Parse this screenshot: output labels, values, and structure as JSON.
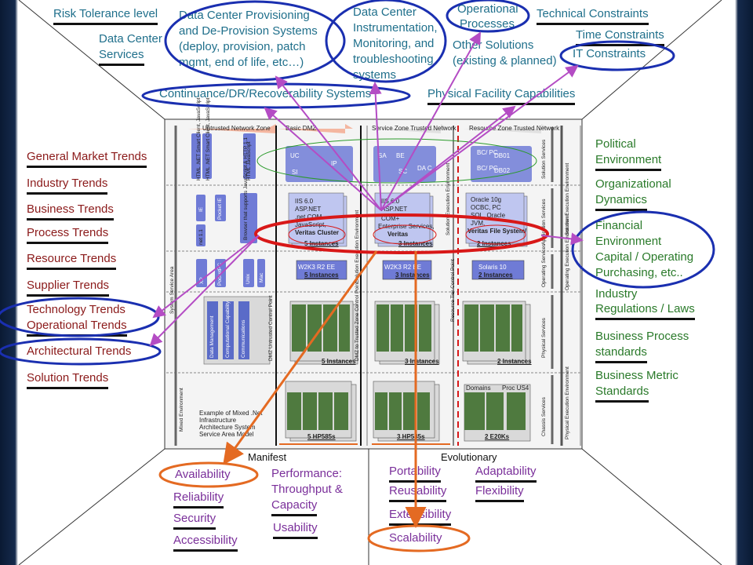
{
  "colors": {
    "teal": "#1f6f8b",
    "red": "#8b1a1a",
    "green": "#2a7a2a",
    "purple": "#7a2f9a",
    "ellipse_blue": "#1a2fb0",
    "ellipse_red": "#d81818",
    "arrow_purple": "#b44cc4",
    "arrow_orange": "#e46a22"
  },
  "top": {
    "risk_tolerance": "Risk Tolerance level",
    "dc_services_1": "Data Center",
    "dc_services_2": "Services",
    "provisioning_1": "Data Center Provisioning",
    "provisioning_2": "and De-Provision Systems",
    "provisioning_3": "(deploy, provision, patch",
    "provisioning_4": "mgmt, end of life, etc…)",
    "instrumentation_1": "Data Center",
    "instrumentation_2": "Instrumentation,",
    "instrumentation_3": "Monitoring, and",
    "instrumentation_4": "troubleshooting",
    "instrumentation_5": "systems",
    "operational_1": "Operational",
    "operational_2": "Processes",
    "technical_constraints": "Technical Constraints",
    "time_constraints": "Time Constraints",
    "other_solutions_1": "Other Solutions",
    "other_solutions_2": "(existing & planned)",
    "it_constraints": "IT Constraints",
    "continuance": "Continuance/DR/Recoverability Systems",
    "physical_facility": "Physical Facility Capabilities"
  },
  "left": [
    "General Market Trends",
    "Industry Trends",
    "Business Trends",
    "Process Trends",
    "Resource Trends",
    "Supplier Trends",
    "Technology Trends",
    "Operational Trends",
    "Architectural Trends",
    "Solution Trends"
  ],
  "right": {
    "political_1": "Political",
    "political_2": "Environment",
    "org_1": "Organizational",
    "org_2": "Dynamics",
    "fin_1": "Financial",
    "fin_2": "Environment",
    "fin_3": "Capital / Operating",
    "fin_4": "Purchasing, etc..",
    "reg_1": "Industry",
    "reg_2": "Regulations / Laws",
    "bps_1": "Business Process",
    "bps_2": "standards",
    "bms_1": "Business Metric",
    "bms_2": "Standards"
  },
  "bottom": {
    "manifest": "Manifest",
    "evolutionary": "Evolutionary",
    "availability": "Availability",
    "reliability": "Reliability",
    "security": "Security",
    "accessibility": "Accessibility",
    "performance_1": "Performance:",
    "performance_2": "Throughput &",
    "performance_3": "Capacity",
    "usability": "Usability",
    "portability": "Portability",
    "reusability": "Reusability",
    "extensibility": "Extensibility",
    "scalability": "Scalability",
    "adaptability": "Adaptability",
    "flexibility": "Flexibility"
  },
  "diagram": {
    "zone_untrusted": "Untrusted Network Zone",
    "zone_dmz": "Basic DMZ",
    "zone_service": "Service Zone Trusted Network",
    "zone_resource": "Resource Zone Trusted Network",
    "uc": "UC",
    "si": "SI",
    "ip": "IP",
    "sa": "SA",
    "be": "BE",
    "sc": "SC",
    "dac": "DA C",
    "bc1": "BC/ PC",
    "db01": "DB01",
    "bc2": "BC/ PC",
    "db02": "DB02",
    "iis1": "IIS 6.0",
    "aspnet": "ASP.NET",
    "netcom": ".net COM",
    "javascript": "JavaScript,",
    "veritas_cluster": "Veritas Cluster",
    "inst5": "5 Instances",
    "iis2": "IIS 6.0",
    "aspnet2": "ASP.NET",
    "com": "COM+",
    "ent_services": "Enterprise Services,",
    "veritas": "Veritas",
    "inst3": "3 Instances",
    "oracle": "Oracle 10g",
    "ocbc": "OCBC, PC",
    "sql": "SQL, Oracle",
    "jvm": "JVM,",
    "veritas_fs": "Veritas File System/",
    "inst2": "2 Instances",
    "w2k3a": "W2K3 R2 EE",
    "w2k3a_inst": "5 Instances",
    "w2k3b": "W2K3 R2 EE",
    "w2k3b_inst": "3 Instances",
    "solaris": "Solaris 10",
    "solaris_inst": "2 Instances",
    "phys_inst5": "5 Instances",
    "phys_inst3": "3 Instances",
    "phys_inst2": "2 Instances",
    "chassis1": "5 HP585s",
    "chassis2": "3 HP585s",
    "chassis3": "2 E20Ks",
    "domains": "Domains",
    "proc": "Proc US4",
    "example_1": "Example of Mixed .Net",
    "example_2": "Infrastructure",
    "example_3": "Architecture System",
    "example_4": "Service Area Model",
    "system_service_area": "System Service Area",
    "mixed_env": "Mixed Environment",
    "ssa_left_labels": [
      "HTML .NET Smart Client, JavaScript",
      "HTML .NET Smart Client, JavaScript",
      "HTML JavaScript",
      "IE",
      "Pocket IE",
      "Browser that supports JavaScript & HTTP 1.1",
      "net 1.1",
      "XP",
      "PocketPC",
      "Unix",
      "Mac"
    ],
    "mgmt_labels": [
      "Data Management",
      "Computational Capability",
      "Communications"
    ],
    "right_services": [
      "Solution Services",
      "Application Services",
      "Operating Services",
      "Physical Services",
      "Chassis Services"
    ],
    "right_env": [
      "Solution Execution Environment",
      "Operating Execution Environment",
      "Physical Execution Environment"
    ],
    "control_points": [
      "DMZ Untrusted Control Point",
      "DMZ to Trusted Zone Control Point",
      "Solution Execution Environment",
      "Resource Tier Control Point"
    ]
  }
}
